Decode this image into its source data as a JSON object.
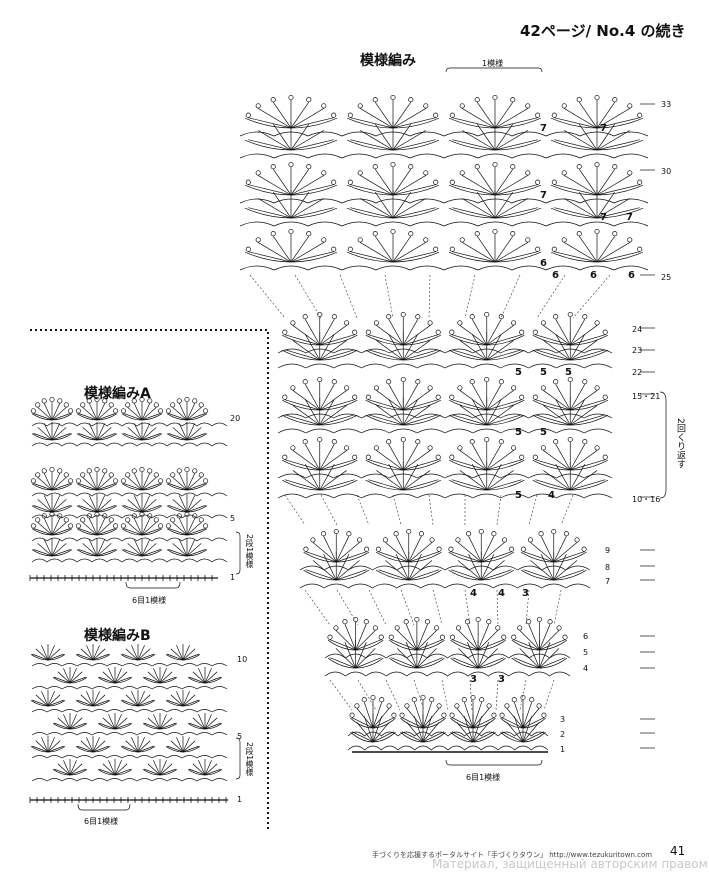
{
  "header": {
    "title": "42ページ/ No.4 の続き"
  },
  "main_chart": {
    "title": "模様編み",
    "repeat_top_label": "1模様",
    "repeat_bottom_label": "6目1模様",
    "row_numbers": [
      "33",
      "30",
      "25",
      "24",
      "23",
      "22",
      "15・21",
      "10・16",
      "9",
      "8",
      "7",
      "6",
      "5",
      "4",
      "3",
      "2",
      "1"
    ],
    "repeat_note": "2回くり返す",
    "counts": [
      "7",
      "7",
      "7",
      "7",
      "7",
      "6",
      "6",
      "6",
      "6",
      "5",
      "5",
      "5",
      "5",
      "5",
      "5",
      "4",
      "4",
      "4",
      "3",
      "3",
      "3"
    ]
  },
  "chart_a": {
    "title": "模様編みA",
    "row_numbers": [
      "20",
      "5",
      "1"
    ],
    "repeat_note": "2段1模様",
    "repeat_bottom_label": "6目1模様"
  },
  "chart_b": {
    "title": "模様編みB",
    "row_numbers": [
      "10",
      "5",
      "1"
    ],
    "repeat_note": "2段1模様",
    "repeat_bottom_label": "6目1模様"
  },
  "footer": {
    "text": "手づくりを応援するポータルサイト「手づくりタウン」 http://www.tezukuritown.com",
    "page_number": "41",
    "watermark": "Материал, защищенный авторским правом"
  }
}
